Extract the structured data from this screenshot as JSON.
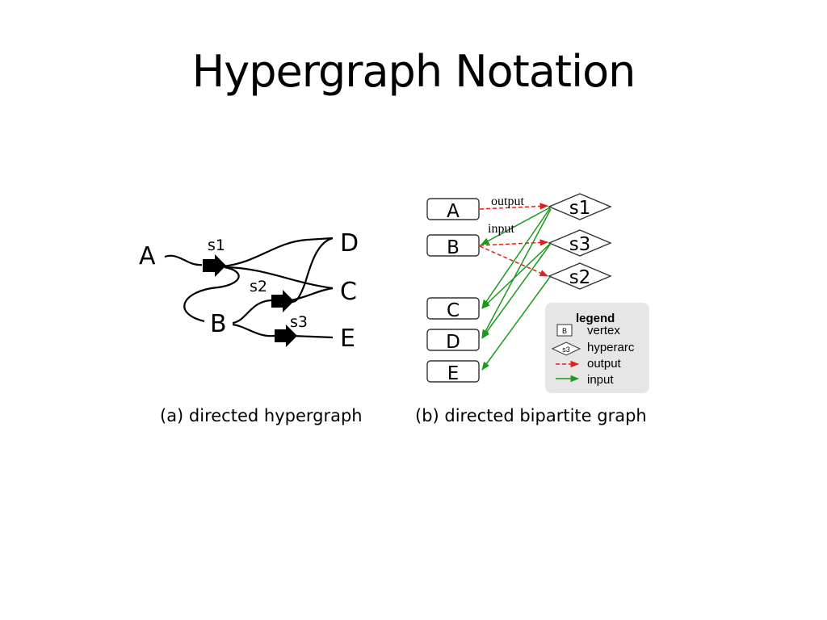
{
  "title": "Hypergraph Notation",
  "hypergraph": {
    "vertices": {
      "A": "A",
      "B": "B",
      "C": "C",
      "D": "D",
      "E": "E"
    },
    "hyperarcs": {
      "s1": "s1",
      "s2": "s2",
      "s3": "s3"
    },
    "caption": "(a) directed hypergraph"
  },
  "bipartite": {
    "vertices": {
      "A": "A",
      "B": "B",
      "C": "C",
      "D": "D",
      "E": "E"
    },
    "hyperarcs": {
      "s1": "s1",
      "s3": "s3",
      "s2": "s2"
    },
    "edge_labels": {
      "output": "output",
      "input": "input"
    },
    "caption": "(b) directed bipartite graph",
    "colors": {
      "output": "#e0201a",
      "input": "#1a9a1a",
      "legend_bg": "#e6e6e6"
    }
  },
  "legend": {
    "title": "legend",
    "vertex_sample": "B",
    "vertex_label": "vertex",
    "hyperarc_sample": "s3",
    "hyperarc_label": "hyperarc",
    "output_label": "output",
    "input_label": "input"
  }
}
